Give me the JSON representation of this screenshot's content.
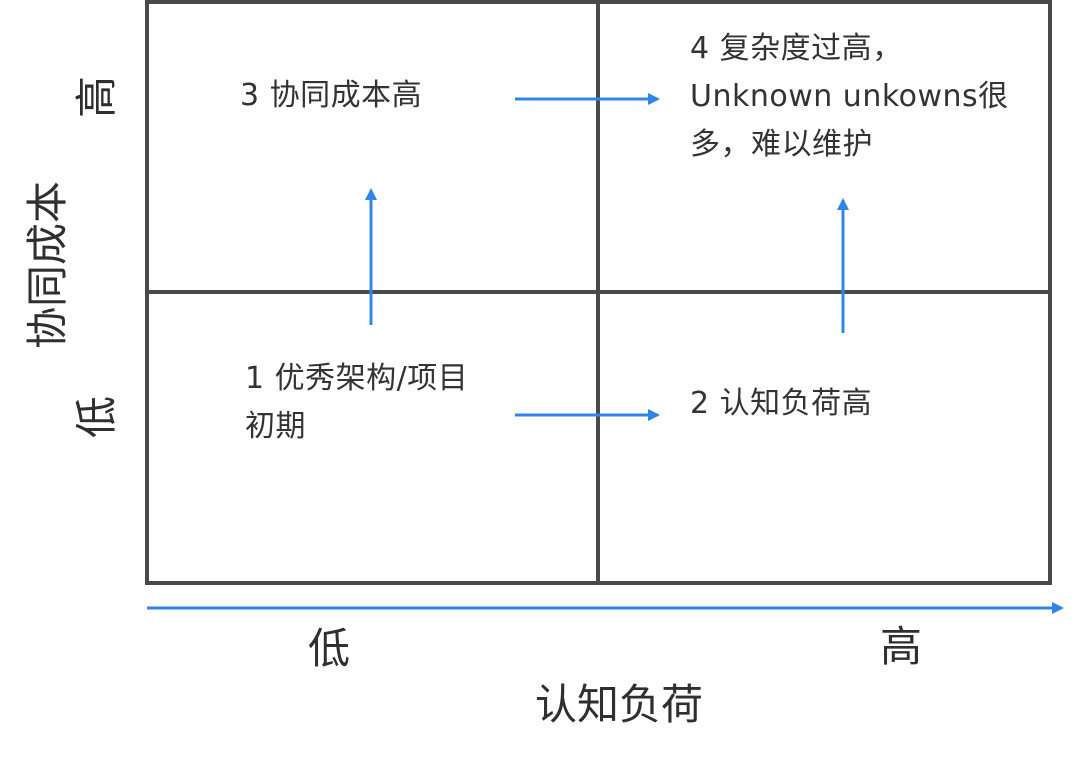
{
  "matrix": {
    "quadrants": {
      "top_left": "3 协同成本高",
      "top_right": "4 复杂度过高，Unknown unkowns很多，难以维护",
      "bottom_left": "1 优秀架构/项目初期",
      "bottom_right": "2 认知负荷高"
    },
    "y_axis": {
      "title": "协同成本",
      "high": "高",
      "low": "低"
    },
    "x_axis": {
      "title": "认知负荷",
      "low": "低",
      "high": "高"
    }
  },
  "colors": {
    "grid": "#4a4a4a",
    "arrow": "#2f86e8",
    "text": "#333333"
  }
}
